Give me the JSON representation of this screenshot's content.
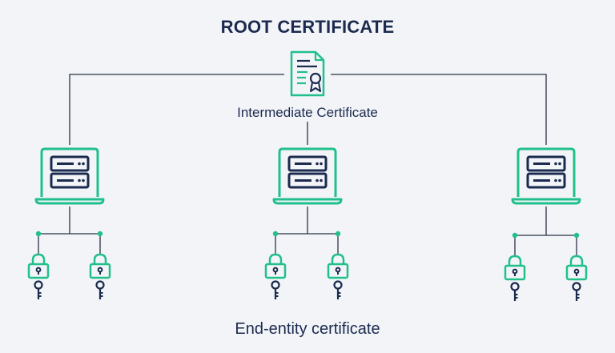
{
  "diagram": {
    "root_title": "ROOT CERTIFICATE",
    "intermediate_label": "Intermediate Certificate",
    "end_entity_label": "End-entity certificate",
    "nodes": [
      {
        "id": "root-certificate",
        "icon": "certificate-document-icon"
      },
      {
        "id": "server-left",
        "icon": "server-laptop-icon"
      },
      {
        "id": "server-center",
        "icon": "server-laptop-icon"
      },
      {
        "id": "server-right",
        "icon": "server-laptop-icon"
      },
      {
        "id": "lock-1",
        "icon": "padlock-key-icon"
      },
      {
        "id": "lock-2",
        "icon": "padlock-key-icon"
      },
      {
        "id": "lock-3",
        "icon": "padlock-key-icon"
      },
      {
        "id": "lock-4",
        "icon": "padlock-key-icon"
      },
      {
        "id": "lock-5",
        "icon": "padlock-key-icon"
      },
      {
        "id": "lock-6",
        "icon": "padlock-key-icon"
      }
    ],
    "colors": {
      "background": "#f2f4f8",
      "accent": "#21c08b",
      "navy": "#1b2a4e",
      "line": "#2a3345"
    }
  }
}
